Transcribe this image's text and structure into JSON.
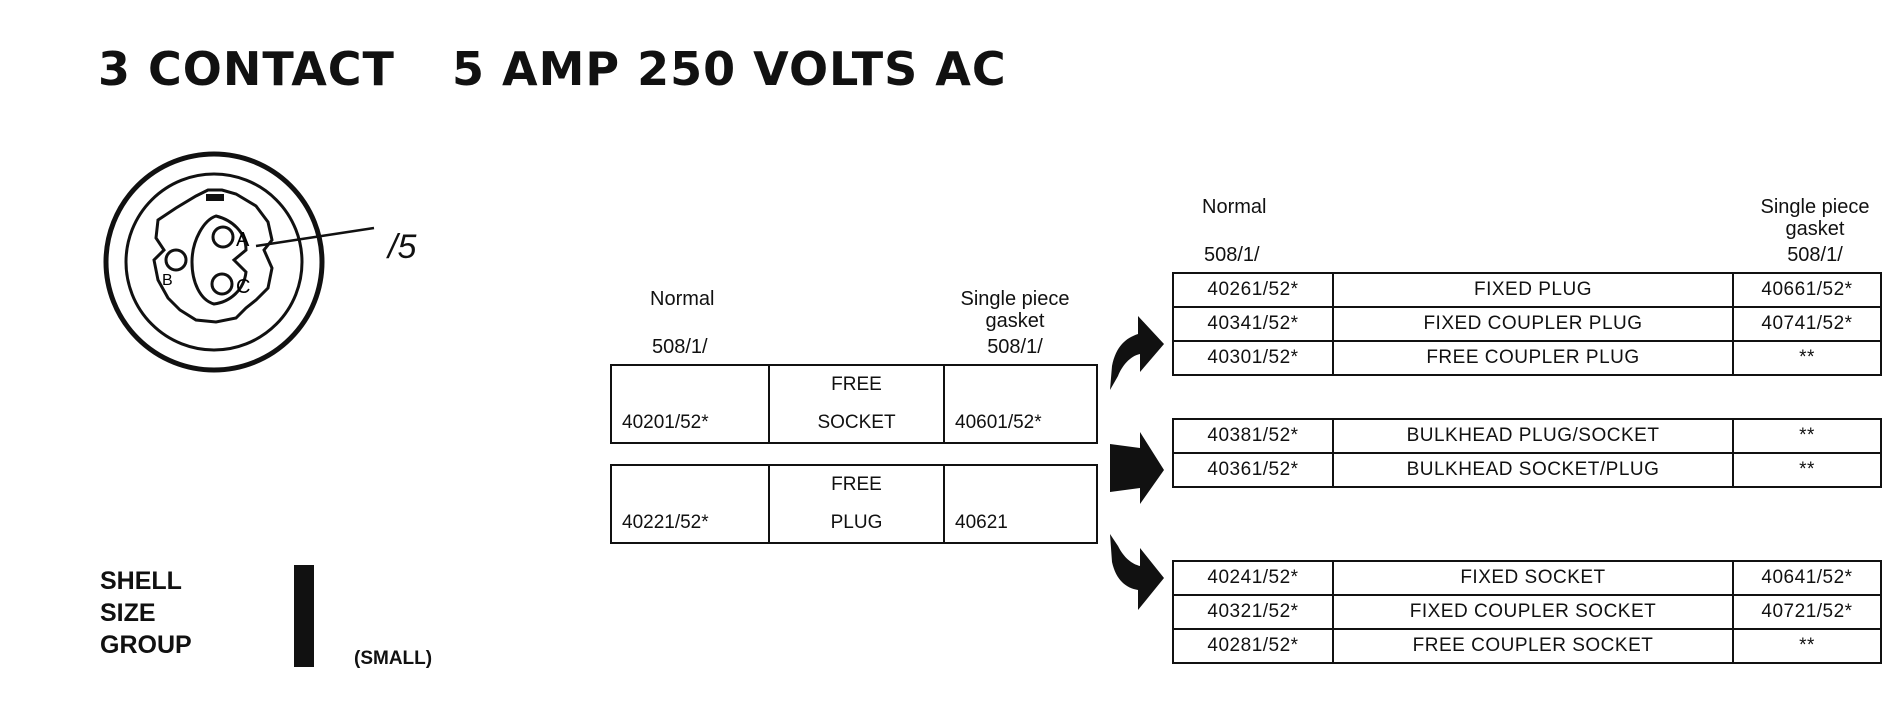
{
  "title": {
    "contact": "3 CONTACT",
    "rating": "5 AMP  250 VOLTS AC"
  },
  "diagram": {
    "pin_a": "A",
    "pin_b": "B",
    "pin_c": "C",
    "callout": "/5"
  },
  "left_section": {
    "normal_header": "Normal",
    "normal_code": "508/1/",
    "single_header": "Single piece gasket",
    "single_code": "508/1/",
    "rows": [
      {
        "normal": "40201/52*",
        "desc_top": "FREE",
        "desc_bottom": "SOCKET",
        "single": "40601/52*"
      },
      {
        "normal": "40221/52*",
        "desc_top": "FREE",
        "desc_bottom": "PLUG",
        "single": "40621"
      }
    ]
  },
  "right_section": {
    "normal_header": "Normal",
    "normal_code": "508/1/",
    "single_header": "Single piece gasket",
    "single_code": "508/1/",
    "group1": [
      {
        "normal": "40261/52*",
        "desc": "FIXED PLUG",
        "single": "40661/52*"
      },
      {
        "normal": "40341/52*",
        "desc": "FIXED COUPLER PLUG",
        "single": "40741/52*"
      },
      {
        "normal": "40301/52*",
        "desc": "FREE COUPLER PLUG",
        "single": "**"
      }
    ],
    "group2": [
      {
        "normal": "40381/52*",
        "desc": "BULKHEAD PLUG/SOCKET",
        "single": "**"
      },
      {
        "normal": "40361/52*",
        "desc": "BULKHEAD SOCKET/PLUG",
        "single": "**"
      }
    ],
    "group3": [
      {
        "normal": "40241/52*",
        "desc": "FIXED SOCKET",
        "single": "40641/52*"
      },
      {
        "normal": "40321/52*",
        "desc": "FIXED COUPLER SOCKET",
        "single": "40721/52*"
      },
      {
        "normal": "40281/52*",
        "desc": "FREE COUPLER SOCKET",
        "single": "**"
      }
    ]
  },
  "shell": {
    "line1": "SHELL",
    "line2": "SIZE",
    "line3": "GROUP",
    "size_note": "(SMALL)"
  }
}
